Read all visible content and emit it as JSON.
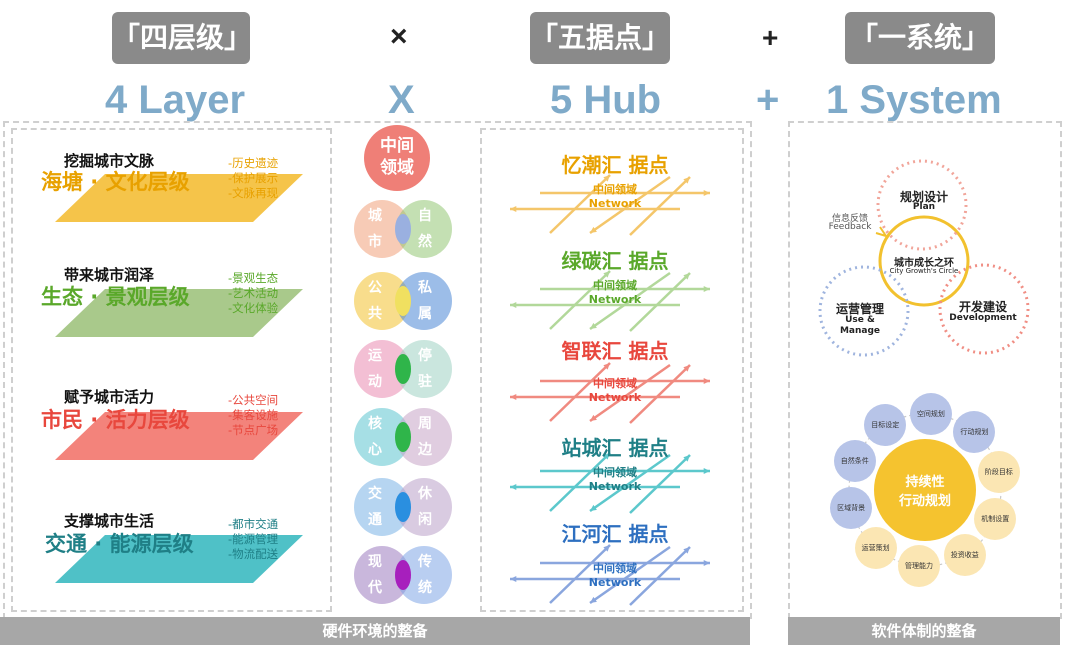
{
  "header": {
    "tag_layers": "「四层级」",
    "tag_hubs": "「五据点」",
    "tag_system": "「一系统」",
    "op_times": "×",
    "op_plus": "+",
    "en_layers": "4 Layer",
    "en_times": "X",
    "en_hubs": "5 Hub",
    "en_plus": "+",
    "en_system": "1 System"
  },
  "layers": [
    {
      "title": "挖掘城市文脉",
      "name": "海塘 · 文化层级",
      "color": "#f5c44a",
      "text_color": "#e8a100",
      "items": [
        "-历史遗迹",
        "-保护展示",
        "-文脉再现"
      ]
    },
    {
      "title": "带来城市润泽",
      "name": "生态 · 景观层级",
      "color": "#a9c98b",
      "text_color": "#5aa82a",
      "items": [
        "-景观生态",
        "-艺术活动",
        "-文化体验"
      ]
    },
    {
      "title": "赋予城市活力",
      "name": "市民 · 活力层级",
      "color": "#f3837b",
      "text_color": "#e8473d",
      "items": [
        "-公共空间",
        "-集客设施",
        "-节点广场"
      ]
    },
    {
      "title": "支撑城市生活",
      "name": "交通 · 能源层级",
      "color": "#4fc1c7",
      "text_color": "#1f7f86",
      "items": [
        "-都市交通",
        "-能源管理",
        "-物流配送"
      ]
    }
  ],
  "middle": {
    "title": "中间领域",
    "title_lines": [
      "中间",
      "领域"
    ],
    "pairs": [
      {
        "left": [
          "城",
          "市"
        ],
        "right": [
          "自",
          "然"
        ],
        "lcolor": "#f0a07a",
        "rcolor": "#93c775",
        "overlap": "#9ab0e0"
      },
      {
        "left": [
          "公",
          "共"
        ],
        "right": [
          "私",
          "属"
        ],
        "lcolor": "#f2c12e",
        "rcolor": "#4a86d6",
        "overlap": "#f0e060"
      },
      {
        "left": [
          "运",
          "动"
        ],
        "right": [
          "停",
          "驻"
        ],
        "lcolor": "#ea8bb0",
        "rcolor": "#9fd1c2",
        "overlap": "#2fb54a"
      },
      {
        "left": [
          "核",
          "心"
        ],
        "right": [
          "周",
          "边"
        ],
        "lcolor": "#5cc5cf",
        "rcolor": "#c7a4c6",
        "overlap": "#2fb54a"
      },
      {
        "left": [
          "交",
          "通"
        ],
        "right": [
          "休",
          "闲"
        ],
        "lcolor": "#7ab2e6",
        "rcolor": "#b9a0c8",
        "overlap": "#2a8fe0"
      },
      {
        "left": [
          "现",
          "代"
        ],
        "right": [
          "传",
          "统"
        ],
        "lcolor": "#9d7cbf",
        "rcolor": "#7fa6e6",
        "overlap": "#a71fbd"
      }
    ]
  },
  "hubs": [
    {
      "name": "忆潮汇 据点",
      "sub1": "中间领域",
      "sub2": "Network",
      "color": "#e8a100",
      "arrow": "#f4c66a"
    },
    {
      "name": "绿碳汇 据点",
      "sub1": "中间领域",
      "sub2": "Network",
      "color": "#5aa82a",
      "arrow": "#b2d89a"
    },
    {
      "name": "智联汇 据点",
      "sub1": "中间领域",
      "sub2": "Network",
      "color": "#e8473d",
      "arrow": "#f08a80"
    },
    {
      "name": "站城汇 据点",
      "sub1": "中间领域",
      "sub2": "Network",
      "color": "#1f7f86",
      "arrow": "#5cc8cc"
    },
    {
      "name": "江河汇 据点",
      "sub1": "中间领域",
      "sub2": "Network",
      "color": "#2d6fc0",
      "arrow": "#8aa6de"
    }
  ],
  "system": {
    "center_cn": "城市成长之环",
    "center_en": "City Growth's Circle",
    "plan_cn": "规划设计",
    "plan_en": "Plan",
    "dev_cn": "开发建设",
    "dev_en": "Development",
    "use_cn": "运营管理",
    "use_en_1": "Use &",
    "use_en_2": "Manage",
    "feedback_cn": "信息反馈",
    "feedback_en": "Feedback",
    "action_1": "持续性",
    "action_2": "行动规划",
    "ring": [
      "目标设定",
      "空间规划",
      "行动规划",
      "阶段目标",
      "机制设置",
      "投资收益",
      "管理能力",
      "运营策划",
      "区域背景",
      "自然条件"
    ]
  },
  "footer": {
    "left": "硬件环境的整备",
    "right": "软件体制的整备"
  }
}
